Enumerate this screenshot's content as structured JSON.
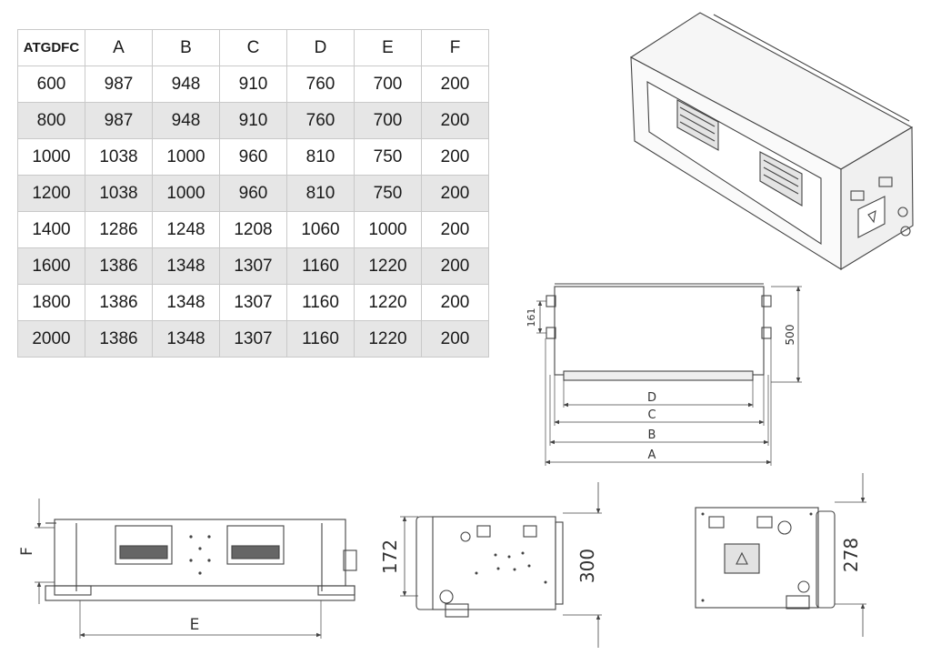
{
  "table": {
    "headers": [
      "ATGDFC",
      "A",
      "B",
      "C",
      "D",
      "E",
      "F"
    ],
    "rows": [
      [
        "600",
        "987",
        "948",
        "910",
        "760",
        "700",
        "200"
      ],
      [
        "800",
        "987",
        "948",
        "910",
        "760",
        "700",
        "200"
      ],
      [
        "1000",
        "1038",
        "1000",
        "960",
        "810",
        "750",
        "200"
      ],
      [
        "1200",
        "1038",
        "1000",
        "960",
        "810",
        "750",
        "200"
      ],
      [
        "1400",
        "1286",
        "1248",
        "1208",
        "1060",
        "1000",
        "200"
      ],
      [
        "1600",
        "1386",
        "1348",
        "1307",
        "1160",
        "1220",
        "200"
      ],
      [
        "1800",
        "1386",
        "1348",
        "1307",
        "1160",
        "1220",
        "200"
      ],
      [
        "2000",
        "1386",
        "1348",
        "1307",
        "1160",
        "1220",
        "200"
      ]
    ]
  },
  "top_view": {
    "height_label": "500",
    "offset_label": "161",
    "dims": [
      "D",
      "C",
      "B",
      "A"
    ]
  },
  "front_view": {
    "width_label": "E",
    "height_label": "F"
  },
  "side_view_left": {
    "inner_label": "172",
    "height_label": "300"
  },
  "side_view_right": {
    "height_label": "278"
  }
}
